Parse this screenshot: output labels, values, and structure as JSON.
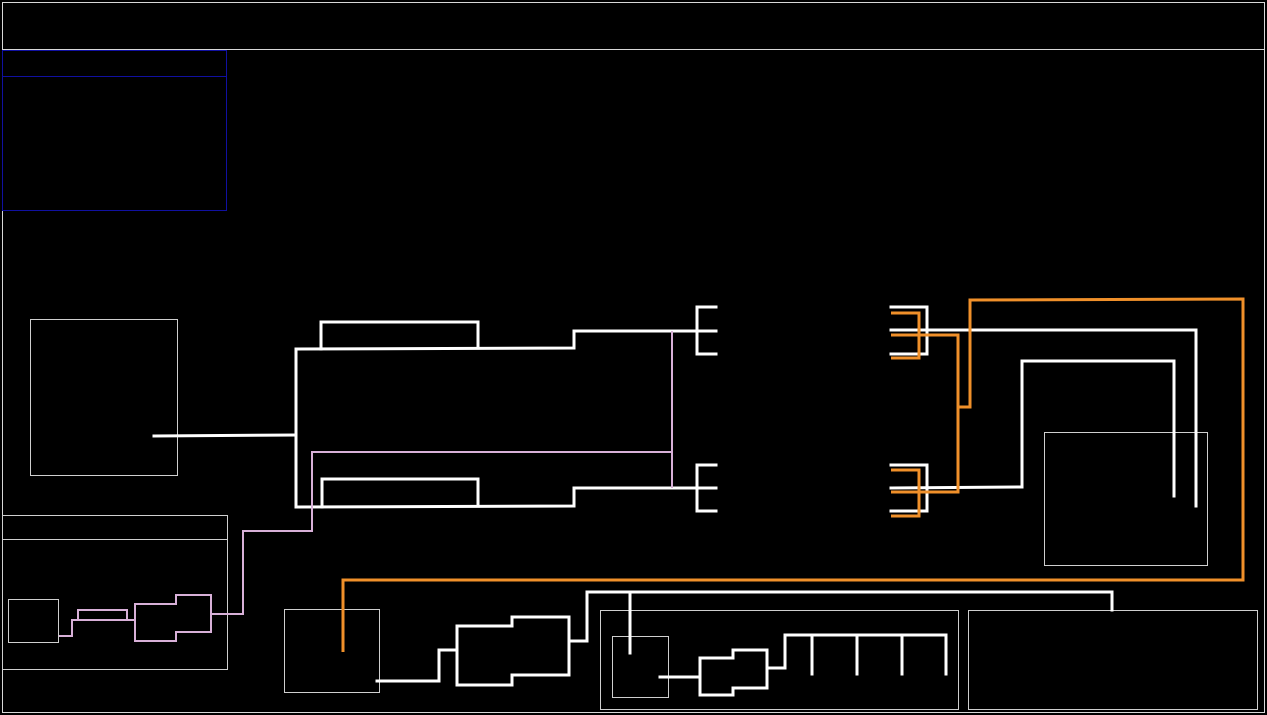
{
  "title": "",
  "colors": {
    "background": "#000000",
    "frame": "#d8d8d8",
    "panel_border": "#cfcfcf",
    "header_panel": "#1010a0",
    "white_line": "#ffffff",
    "pink_line": "#d8b0d8",
    "orange_line": "#f0902a"
  },
  "diagram": {
    "panels": [
      {
        "id": "header-bar",
        "kind": "header"
      },
      {
        "id": "legend-panel-blue",
        "kind": "blue-panel"
      },
      {
        "id": "source-box",
        "kind": "box"
      },
      {
        "id": "lower-left-panel",
        "kind": "box"
      },
      {
        "id": "lower-left-small-box",
        "kind": "box"
      },
      {
        "id": "bottom-box",
        "kind": "box"
      },
      {
        "id": "bottom-middle-panel",
        "kind": "box"
      },
      {
        "id": "bottom-middle-small-box",
        "kind": "box"
      },
      {
        "id": "bottom-right-panel",
        "kind": "box"
      },
      {
        "id": "right-box",
        "kind": "box"
      }
    ],
    "connectors": [
      {
        "id": "main-network",
        "color": "white"
      },
      {
        "id": "pink-route",
        "color": "pink"
      },
      {
        "id": "orange-route",
        "color": "orange"
      }
    ]
  }
}
